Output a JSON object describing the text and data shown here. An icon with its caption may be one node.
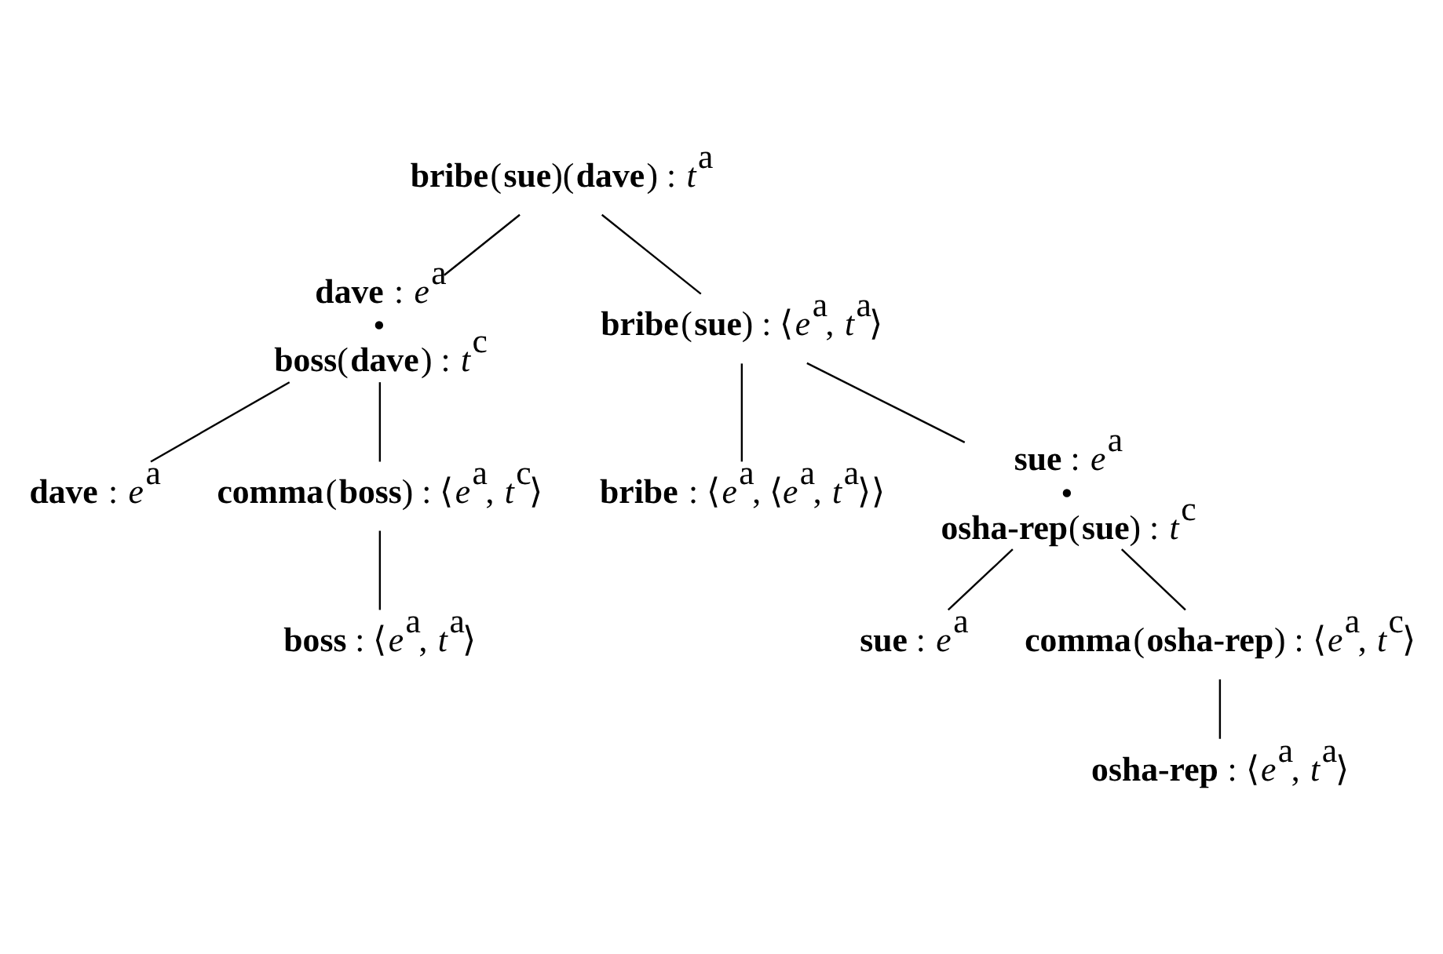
{
  "diagram": {
    "nodes": [
      {
        "text": [
          "**bribe**(**sue**)(**dave**) : *t*$^{a}$"
        ]
      },
      {
        "text": [
          "**dave** : *e*$^{a}$",
          "•",
          "**boss**(**dave**) : *t*$^{c}$"
        ]
      },
      {
        "text": [
          "**bribe**(**sue**) : ⟨*e*$^{a}$, *t*$^{a}$⟩"
        ]
      },
      {
        "text": [
          "**dave** : *e*$^{a}$"
        ]
      },
      {
        "text": [
          "**comma**(**boss**) : ⟨*e*$^{a}$, *t*$^{c}$⟩"
        ]
      },
      {
        "text": [
          "**boss** : ⟨*e*$^{a}$, *t*$^{a}$⟩"
        ]
      },
      {
        "text": [
          "**bribe** : ⟨*e*$^{a}$, ⟨*e*$^{a}$, *t*$^{a}$⟩⟩"
        ]
      },
      {
        "text": [
          "**sue** : *e*$^{a}$",
          "•",
          "**osha-rep**(**sue**) : *t*$^{c}$"
        ]
      },
      {
        "text": [
          "**sue** : *e*$^{a}$"
        ]
      },
      {
        "text": [
          "**comma**(**osha-rep**) : ⟨*e*$^{a}$, *t*$^{c}$⟩"
        ]
      },
      {
        "text": [
          "**osha-rep** : ⟨*e*$^{a}$, *t*$^{a}$⟩"
        ]
      }
    ],
    "edges": [
      {
        "from": 0,
        "to": 1,
        "arrow": "none"
      },
      {
        "from": 0,
        "to": 2,
        "arrow": "none"
      },
      {
        "from": 1,
        "to": 3,
        "arrow": "none"
      },
      {
        "from": 1,
        "to": 4,
        "arrow": "none"
      },
      {
        "from": 4,
        "to": 5,
        "arrow": "none"
      },
      {
        "from": 2,
        "to": 6,
        "arrow": "none"
      },
      {
        "from": 2,
        "to": 7,
        "arrow": "none"
      },
      {
        "from": 7,
        "to": 8,
        "arrow": "none"
      },
      {
        "from": 7,
        "to": 9,
        "arrow": "none"
      },
      {
        "from": 9,
        "to": 10,
        "arrow": "none"
      }
    ]
  }
}
